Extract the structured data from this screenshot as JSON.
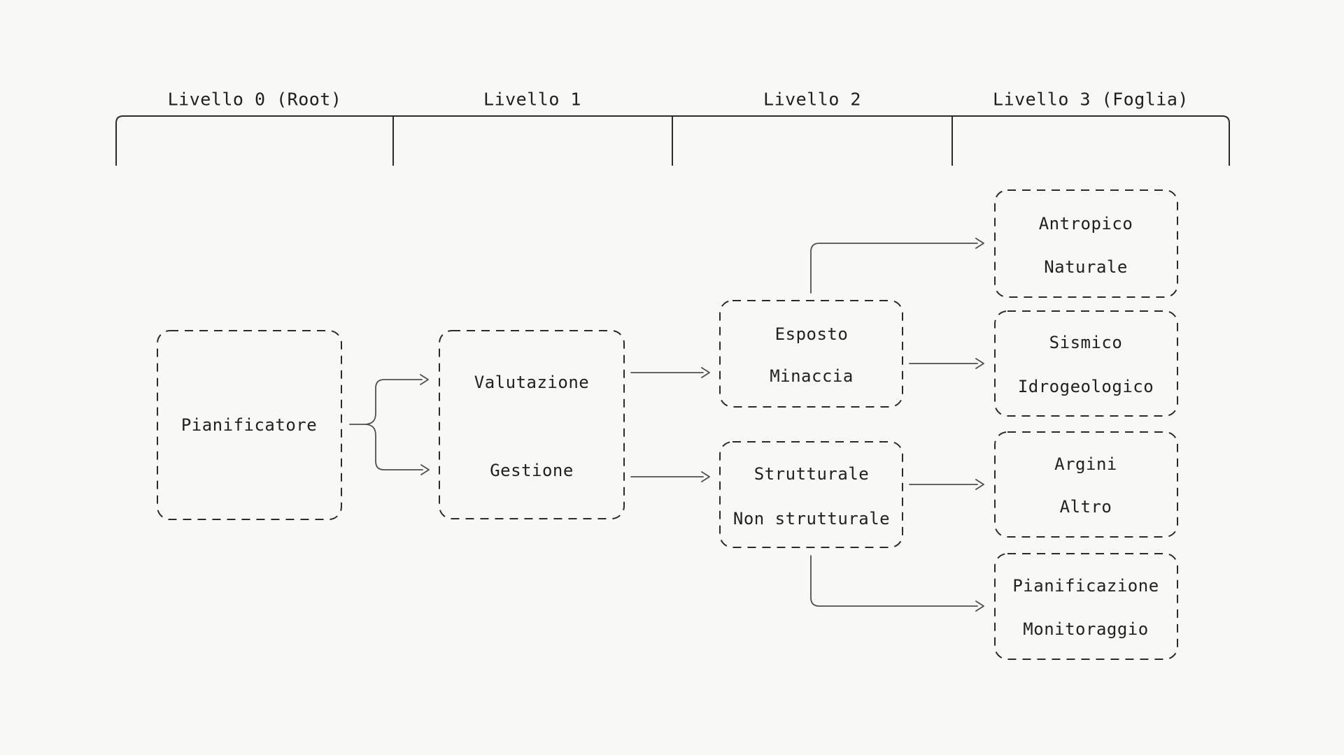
{
  "page": {
    "background_color": "#f8f8f6",
    "outline_color": "#2b2b2b",
    "arrow_color": "#4f4f4f",
    "text_color": "#1e1e1e"
  },
  "ruler": {
    "labels": [
      "Livello 0 (Root)",
      "Livello 1",
      "Livello 2",
      "Livello 3 (Foglia)"
    ]
  },
  "nodes": [
    {
      "id": "pianificatore",
      "level": 0,
      "lines": [
        "Pianificatore"
      ]
    },
    {
      "id": "valutazione-gestione",
      "level": 1,
      "lines": [
        "Valutazione",
        "Gestione"
      ]
    },
    {
      "id": "esposto-minaccia",
      "level": 2,
      "lines": [
        "Esposto",
        "Minaccia"
      ]
    },
    {
      "id": "strutturale-non-strutturale",
      "level": 2,
      "lines": [
        "Strutturale",
        "Non strutturale"
      ]
    },
    {
      "id": "antropico-naturale",
      "level": 3,
      "lines": [
        "Antropico",
        "Naturale"
      ]
    },
    {
      "id": "sismico-idrogeologico",
      "level": 3,
      "lines": [
        "Sismico",
        "Idrogeologico"
      ]
    },
    {
      "id": "argini-altro",
      "level": 3,
      "lines": [
        "Argini",
        "Altro"
      ]
    },
    {
      "id": "pianificazione-monitoraggio",
      "level": 3,
      "lines": [
        "Pianificazione",
        "Monitoraggio"
      ]
    }
  ],
  "edges": [
    {
      "from": "pianificatore",
      "to": "valutazione-gestione"
    },
    {
      "from": "valutazione-gestione",
      "to": "esposto-minaccia"
    },
    {
      "from": "valutazione-gestione",
      "to": "strutturale-non-strutturale"
    },
    {
      "from": "esposto-minaccia",
      "to": "antropico-naturale"
    },
    {
      "from": "esposto-minaccia",
      "to": "sismico-idrogeologico"
    },
    {
      "from": "strutturale-non-strutturale",
      "to": "argini-altro"
    },
    {
      "from": "strutturale-non-strutturale",
      "to": "pianificazione-monitoraggio"
    }
  ]
}
